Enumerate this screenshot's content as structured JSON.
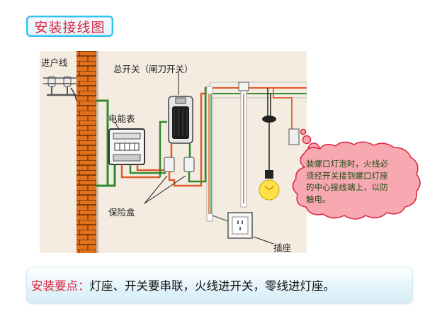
{
  "title": "安装接线图",
  "labels": {
    "incoming_line": "进户线",
    "main_switch": "总开关（闸刀开关）",
    "meter": "电能表",
    "fuse_box": "保险盒",
    "socket": "插座"
  },
  "note_lines": [
    "装螺口灯泡时，火线必",
    "须经开关接到螺口灯座",
    "的中心接线端上，以防",
    "触电。"
  ],
  "key_points": {
    "label": "安装要点：",
    "text": "灯座、开关要串联，火线进开关，零线进灯座。"
  },
  "colors": {
    "title_text": "#e0233e",
    "title_border": "#33c0ec",
    "cloud_fill": "#f7a8b0",
    "cloud_border": "#e0233e",
    "wire_green": "#2f8a2e",
    "wire_orange": "#e05a2b",
    "brick": "#e2711c",
    "key_bg": "#e4f4fb"
  }
}
